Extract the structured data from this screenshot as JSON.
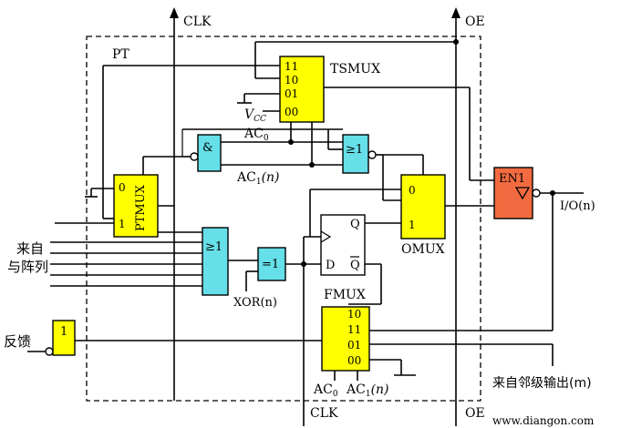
{
  "signals": {
    "clk_top": "CLK",
    "clk_bottom": "CLK",
    "oe_top": "OE",
    "oe_bottom": "OE",
    "pt": "PT",
    "ac0_top": "AC",
    "ac0_top_sub": "0",
    "ac1_top": "AC",
    "ac1_top_sub": "1",
    "ac1_top_n": "(n)",
    "xor": "XOR(n)",
    "io": "I/O(n)",
    "vcc": "V",
    "vcc_sub": "CC",
    "ac0_bottom": "AC",
    "ac0_bottom_sub": "0",
    "ac1_bottom": "AC",
    "ac1_bottom_sub": "1",
    "ac1_bottom_n": "(n)"
  },
  "inputs": {
    "array_line1": "来自",
    "array_line2": "与阵列",
    "feedback": "反馈",
    "neighbor": "来自邻级输出(m)"
  },
  "blocks": {
    "tsmux": {
      "name": "TSMUX",
      "inputs": [
        "11",
        "10",
        "01",
        "00"
      ]
    },
    "ptmux": {
      "name": "PTMUX",
      "inputs": [
        "0",
        "1"
      ]
    },
    "omux": {
      "name": "OMUX",
      "inputs": [
        "0",
        "1"
      ]
    },
    "fmux": {
      "name": "FMUX",
      "inputs": [
        "10",
        "11",
        "01",
        "00"
      ]
    },
    "and_gate": {
      "symbol": "&"
    },
    "xnor_gate": {
      "symbol": "≥1"
    },
    "or_gate": {
      "symbol": "≥1"
    },
    "xor_gate": {
      "symbol": "=1"
    },
    "flipflop": {
      "d": "D",
      "q": "Q",
      "qbar": "Q"
    },
    "buffer": {
      "label": "EN1"
    },
    "feedback_buffer": {
      "label": "1"
    }
  },
  "watermark": "www.diangon.com"
}
